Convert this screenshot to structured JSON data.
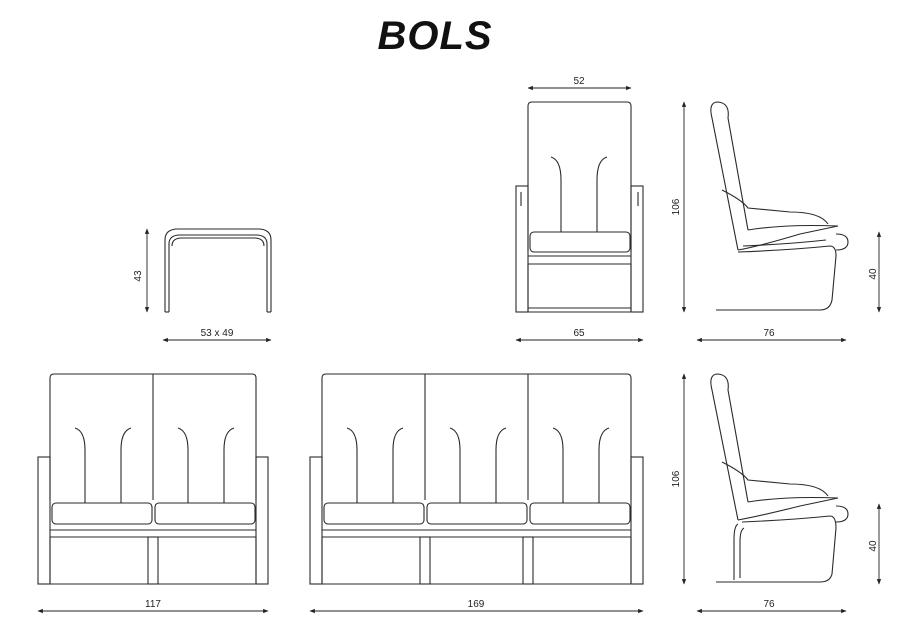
{
  "title": "BOLS",
  "dimensions": {
    "footstool_height": "43",
    "footstool_size": "53 x 49",
    "armchair_back_width": "52",
    "armchair_height": "106",
    "armchair_width": "65",
    "side_seat_height": "40",
    "side_depth": "76",
    "sofa2_width": "117",
    "sofa3_width": "169",
    "side2_height": "106",
    "side2_seat_height": "40",
    "side2_depth": "76"
  }
}
